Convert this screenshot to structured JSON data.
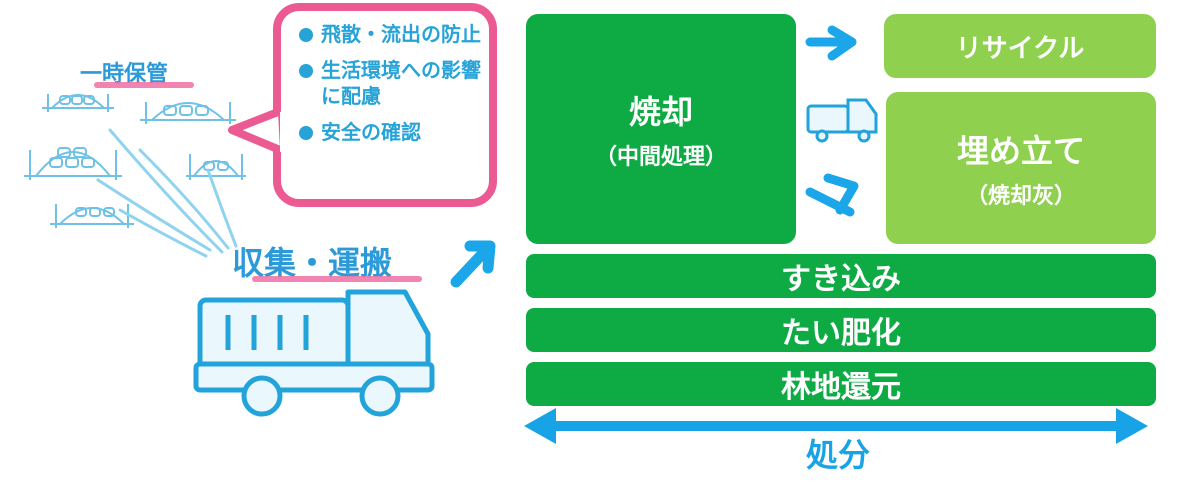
{
  "storage": {
    "label": "一時保管"
  },
  "callout": {
    "items": [
      "飛散・流出の防止",
      "生活環境への影響に配慮",
      "安全の確認"
    ]
  },
  "collection": {
    "label": "収集・運搬"
  },
  "incineration": {
    "title": "焼却",
    "subtitle": "（中間処理）"
  },
  "recycle": {
    "label": "リサイクル"
  },
  "landfill": {
    "title": "埋め立て",
    "subtitle": "（焼却灰）"
  },
  "bars": [
    "すき込み",
    "たい肥化",
    "林地還元"
  ],
  "disposal": {
    "label": "処分"
  },
  "colors": {
    "dark_green": "#0eab45",
    "light_green": "#8fd14f",
    "pink": "#ec5a93",
    "blue": "#27a3d8",
    "arrow_blue": "#17a3e6"
  },
  "icons": [
    "storage-bags-icon",
    "flow-arrows-icon",
    "truck-icon",
    "small-truck-icon",
    "right-chevron-arrow-icon",
    "double-arrow-icon"
  ]
}
